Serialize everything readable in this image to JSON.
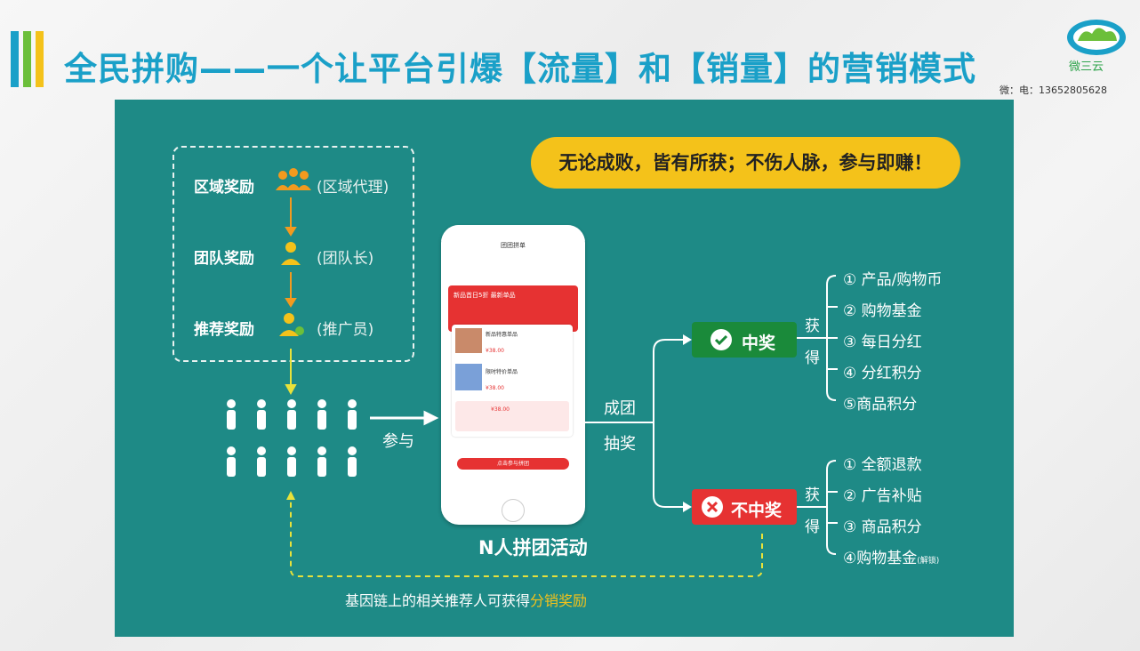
{
  "header": {
    "title": "全民拼购——一个让平台引爆【流量】和【销量】的营销模式",
    "logo_text": "微三云",
    "contact": "微：电：13652805628"
  },
  "rewards": [
    {
      "label": "区域奖励",
      "role": "(区域代理)",
      "icon": "group-icon"
    },
    {
      "label": "团队奖励",
      "role": "(团队长)",
      "icon": "leader-icon"
    },
    {
      "label": "推荐奖励",
      "role": "(推广员)",
      "icon": "promoter-icon"
    }
  ],
  "slogan": "无论成败，皆有所获；不伤人脉，参与即赚！",
  "flow": {
    "join_label": "参与",
    "group_label_1": "成团",
    "group_label_2": "抽奖",
    "activity_title": "N人拼团活动"
  },
  "win": {
    "label": "中奖",
    "get_1": "获",
    "get_2": "得",
    "items": [
      "① 产品/购物币",
      "② 购物基金",
      "③ 每日分红",
      "④ 分红积分",
      "⑤商品积分"
    ]
  },
  "lose": {
    "label": "不中奖",
    "get_1": "获",
    "get_2": "得",
    "items": [
      "① 全额退款",
      "② 广告补贴",
      "③ 商品积分",
      "④购物基金"
    ],
    "last_note": "(解锁)"
  },
  "bottom": {
    "text": "基因链上的相关推荐人可获得",
    "highlight": "分销奖励"
  },
  "phone": {
    "header_title": "团团拼单",
    "banner": "新品首日5折 最新单品",
    "items": [
      "新品特惠单品",
      "限时特价单品"
    ],
    "prices": [
      "¥38.00",
      "¥38.00",
      "¥38.00"
    ],
    "button": "点击参与拼团"
  },
  "colors": {
    "panel": "#1e8a86",
    "title": "#1aa0c8",
    "slogan_bg": "#f4c21a",
    "win": "#1a8a3a",
    "lose": "#e63232",
    "arrow_orange": "#f39a1e",
    "arrow_yellow": "#e8e23a"
  }
}
